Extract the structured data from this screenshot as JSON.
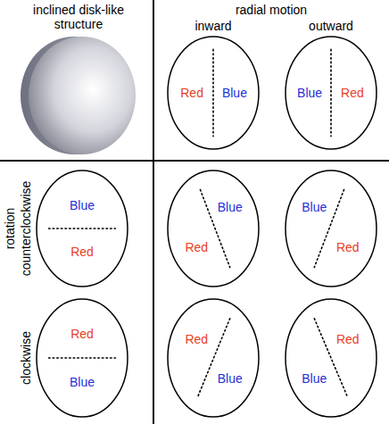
{
  "diagram": {
    "nodes": [
      {
        "text": [
          "Red",
          "Blue"
        ]
      },
      {
        "text": [
          "Blue",
          "Red"
        ]
      },
      {
        "text": [
          "Blue",
          "Red"
        ]
      },
      {
        "text": [
          "Blue",
          "Red"
        ]
      },
      {
        "text": [
          "Blue",
          "Red"
        ]
      },
      {
        "text": [
          "Red",
          "Blue"
        ]
      },
      {
        "text": [
          "Red",
          "Blue"
        ]
      },
      {
        "text": [
          "Red",
          "Blue"
        ]
      }
    ],
    "labels": [
      "inclined disk-like structure",
      "radial motion",
      "inward",
      "outward",
      "rotation",
      "counterclockwise",
      "clockwise"
    ]
  }
}
